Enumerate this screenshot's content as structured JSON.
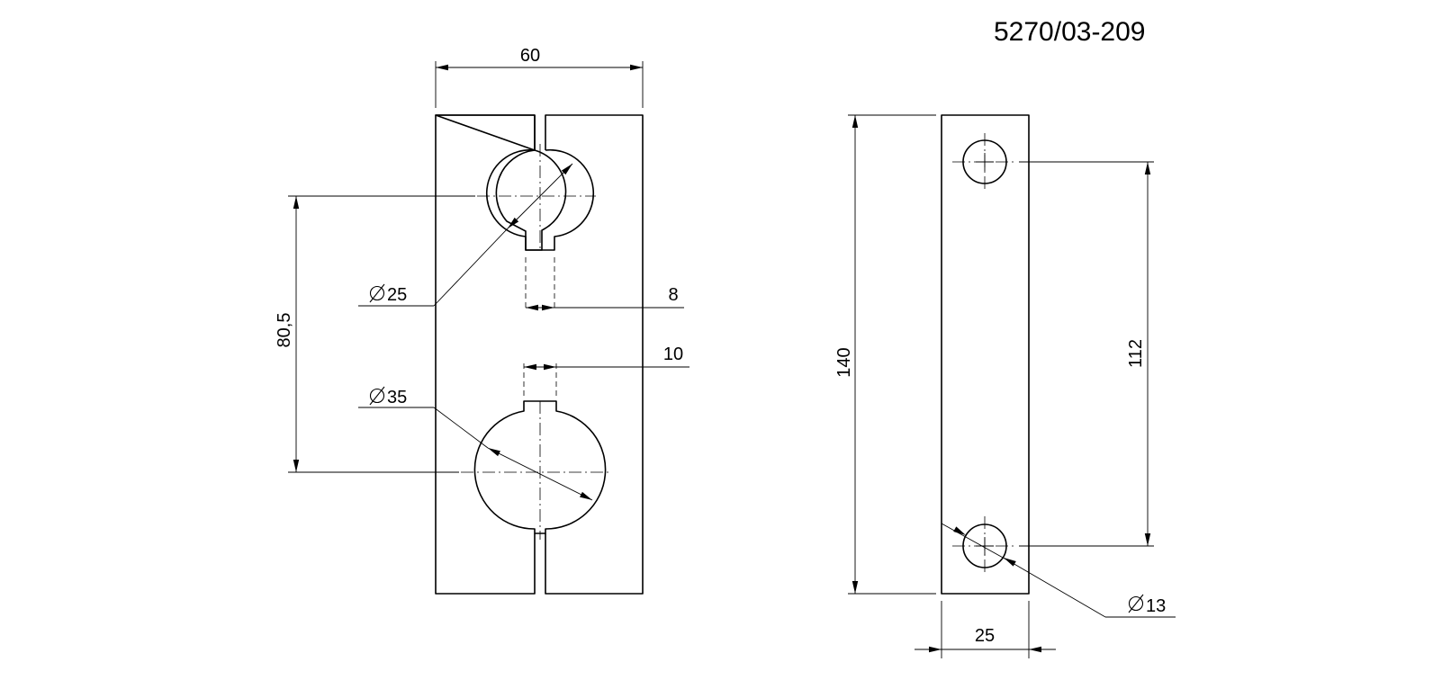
{
  "drawing_number": "5270/03-209",
  "front_view": {
    "width_dim": "60",
    "center_distance_dim": "80,5",
    "upper_bore_dim": "25",
    "lower_bore_dim": "35",
    "upper_keyway_dim": "8",
    "lower_keyway_dim": "10"
  },
  "side_view": {
    "height_dim": "140",
    "hole_spacing_dim": "112",
    "hole_dia_dim": "13",
    "thickness_dim": "25"
  }
}
